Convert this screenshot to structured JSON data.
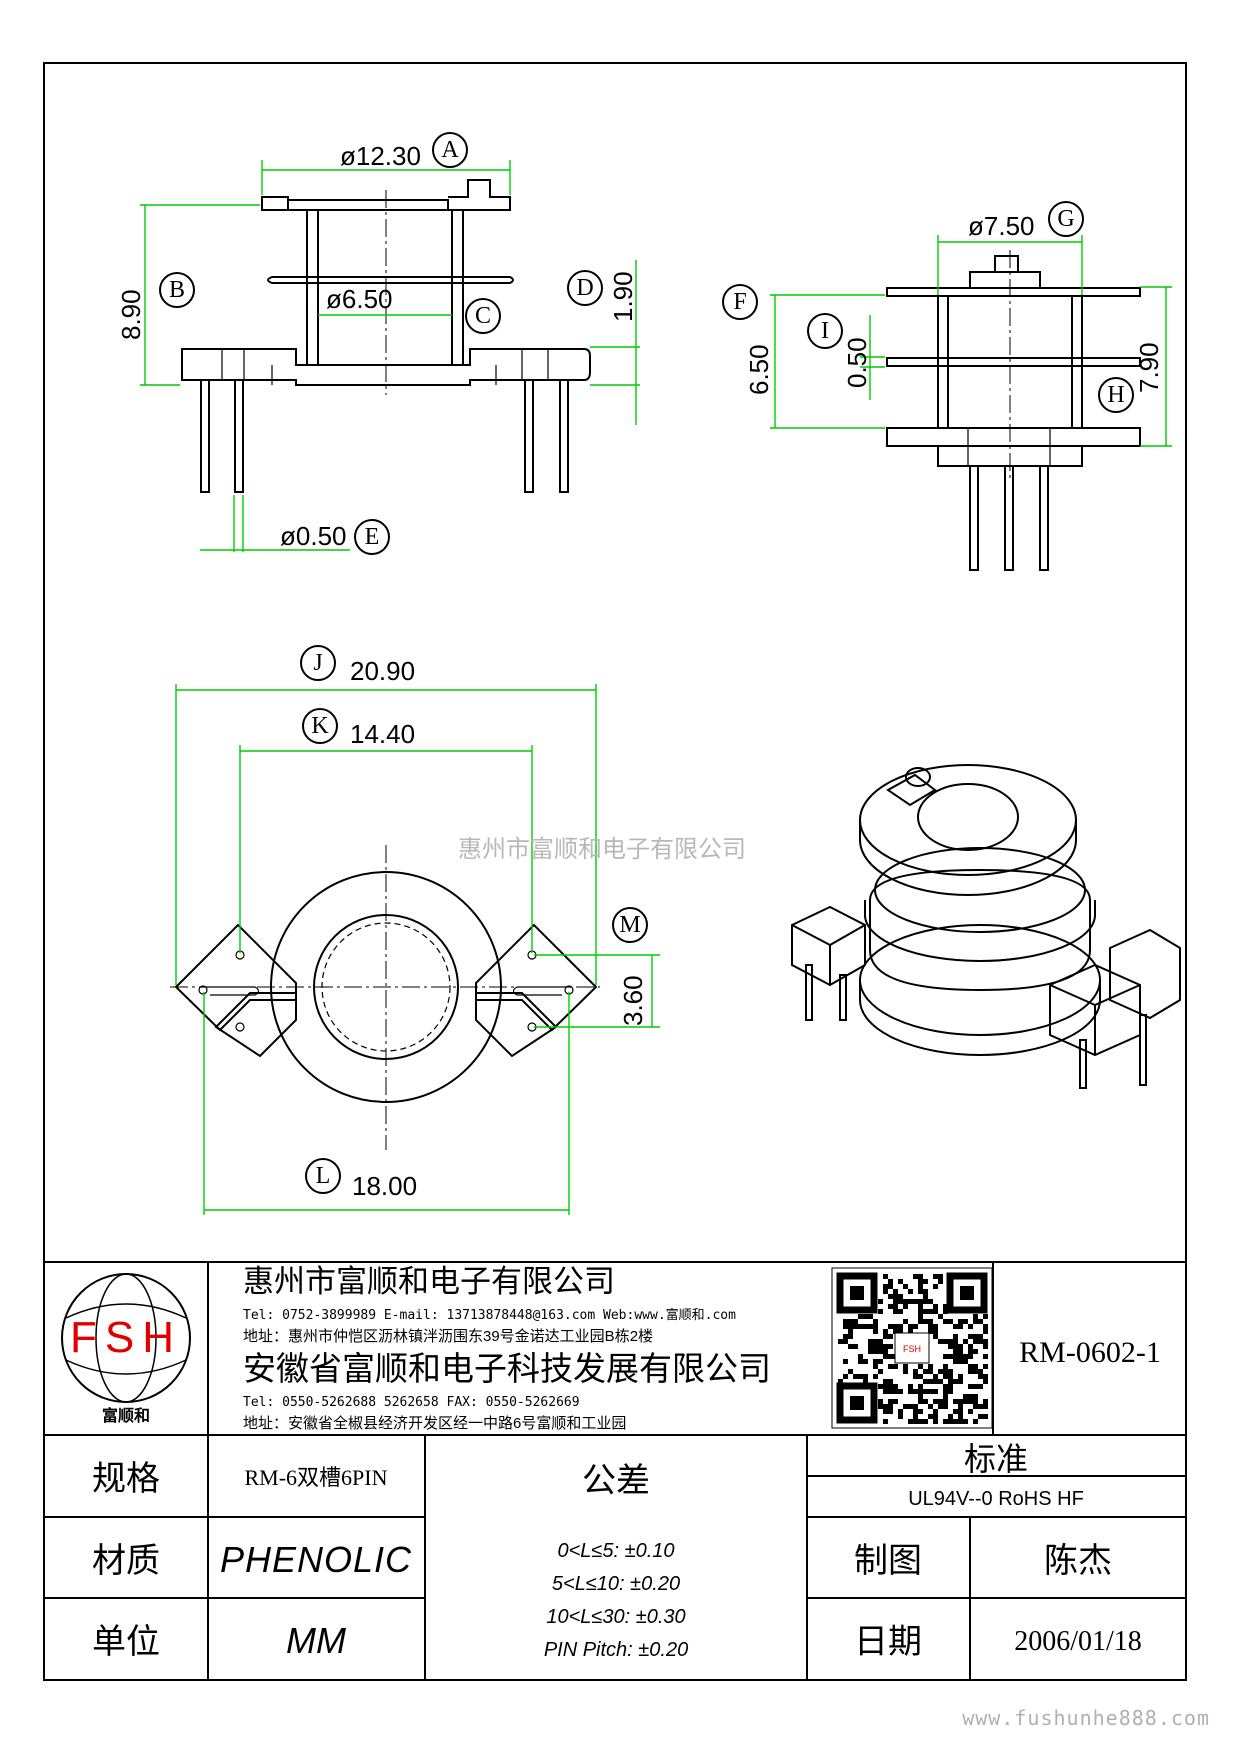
{
  "drawing": {
    "dimensions": {
      "A": {
        "label": "A",
        "value": "ø12.30"
      },
      "B": {
        "label": "B",
        "value": "8.90"
      },
      "C": {
        "label": "C",
        "value": "ø6.50"
      },
      "D": {
        "label": "D",
        "value": "1.90"
      },
      "E": {
        "label": "E",
        "value": "ø0.50"
      },
      "F": {
        "label": "F",
        "value": "6.50"
      },
      "G": {
        "label": "G",
        "value": "ø7.50"
      },
      "H": {
        "label": "H",
        "value": "7.90"
      },
      "I": {
        "label": "I",
        "value": "0.50"
      },
      "J": {
        "label": "J",
        "value": "20.90"
      },
      "K": {
        "label": "K",
        "value": "14.40"
      },
      "L": {
        "label": "L",
        "value": "18.00"
      },
      "M": {
        "label": "M",
        "value": "3.60"
      }
    },
    "watermark": "惠州市富顺和电子有限公司",
    "footer_url": "www.fushunhe888.com"
  },
  "title_block": {
    "logo": {
      "letters": "FSH",
      "caption": "富顺和"
    },
    "company1": {
      "name": "惠州市富顺和电子有限公司",
      "contact": "Tel:  0752-3899989  E-mail: 13713878448@163.com  Web:www.富顺和.com",
      "address": "地址：惠州市仲恺区沥林镇泮沥围东39号金诺达工业园B栋2楼"
    },
    "company2": {
      "name": "安徽省富顺和电子科技发展有限公司",
      "contact": "Tel:   0550-5262688  5262658      FAX: 0550-5262669",
      "address": "地址：安徽省全椒县经济开发区经一中路6号富顺和工业园"
    },
    "qr_badge": "FSH",
    "part_number": "RM-0602-1",
    "rows": {
      "spec_label": "规格",
      "spec_value": "RM-6双槽6PIN",
      "material_label": "材质",
      "material_value": "PHENOLIC",
      "unit_label": "单位",
      "unit_value": "MM"
    },
    "tolerance": {
      "label": "公差",
      "lines": [
        "0<L≤5: ±0.10",
        "5<L≤10: ±0.20",
        "10<L≤30: ±0.30",
        "PIN Pitch: ±0.20"
      ]
    },
    "standard": {
      "label": "标准",
      "value": "UL94V--0  RoHS HF"
    },
    "drawn_by": {
      "label": "制图",
      "value": "陈杰"
    },
    "date": {
      "label": "日期",
      "value": "2006/01/18"
    }
  }
}
